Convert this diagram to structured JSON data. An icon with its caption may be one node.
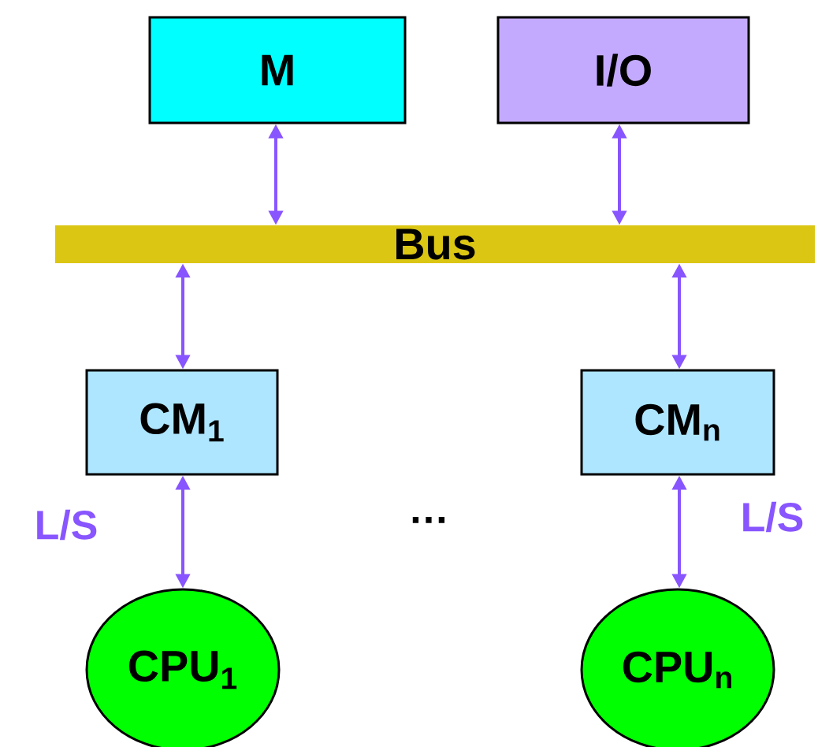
{
  "diagram": {
    "nodes": [
      {
        "text": [
          "M"
        ]
      },
      {
        "text": [
          "I/O"
        ]
      },
      {
        "text": [
          "Bus"
        ]
      },
      {
        "text": [
          "CM$_{1}$"
        ]
      },
      {
        "text": [
          "CM$_{n}$"
        ]
      },
      {
        "text": [
          "CPU$_{1}$"
        ]
      },
      {
        "text": [
          "CPU$_{n}$"
        ]
      }
    ],
    "edges": [
      {
        "from": 0,
        "to": 2,
        "arrow": "both"
      },
      {
        "from": 1,
        "to": 2,
        "arrow": "both"
      },
      {
        "from": 2,
        "to": 3,
        "arrow": "both"
      },
      {
        "from": 2,
        "to": 4,
        "arrow": "both"
      },
      {
        "from": 3,
        "to": 5,
        "arrow": "both",
        "label": "L/S"
      },
      {
        "from": 4,
        "to": 6,
        "arrow": "both",
        "label": "L/S"
      }
    ],
    "labels": [
      "…"
    ]
  }
}
